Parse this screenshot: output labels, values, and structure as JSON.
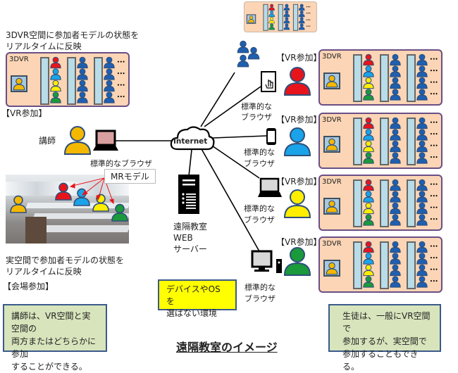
{
  "colors": {
    "panel_bg": "#fbd5b5",
    "panel_border": "#6a4f86",
    "desk": "#b8dce8",
    "student_blue": "#1f5fb0",
    "red": "#e8141c",
    "cyan": "#1aa3e8",
    "yellow": "#ffee00",
    "green": "#1a9a3a",
    "teacher": "#f5b800",
    "note_bg": "#d8e4bc",
    "highlight": "#ffff00"
  },
  "left": {
    "vr_caption_line1": "3DVR空間に参加者モデルの状態を",
    "vr_caption_line2": "リアルタイムに反映",
    "vr_panel_label": "3DVR",
    "vr_join_label": "【VR参加】",
    "teacher_label": "講師",
    "teacher_browser_label": "標準的なブラウザ",
    "mr_model_label": "MRモデル",
    "real_caption_line1": "実空間で参加者モデルの状態を",
    "real_caption_line2": "リアルタイムに反映",
    "venue_join_label": "【会場参加】"
  },
  "center": {
    "internet_label": "Internet",
    "server_label_line1": "遠隔教室",
    "server_label_line2": "WEB",
    "server_label_line3": "サーバー",
    "device_note_line1": "デバイスやOSを",
    "device_note_line2": "選ばない環境"
  },
  "clients": [
    {
      "device": "tablet",
      "join_label": "【VR参加】",
      "browser_line1": "標準的な",
      "browser_line2": "ブラウザ",
      "avatar_color": "red",
      "panel_label": "3DVR"
    },
    {
      "device": "smartphone",
      "join_label": "【VR参加】",
      "browser_line1": "標準的な",
      "browser_line2": "ブラウザ",
      "avatar_color": "cyan",
      "panel_label": "3DVR"
    },
    {
      "device": "laptop",
      "join_label": "【VR参加】",
      "browser_line1": "標準的な",
      "browser_line2": "ブラウザ",
      "avatar_color": "yellow",
      "panel_label": "3DVR"
    },
    {
      "device": "desktop",
      "join_label": "【VR参加】",
      "browser_line1": "標準的な",
      "browser_line2": "ブラウザ",
      "avatar_color": "green",
      "panel_label": "3DVR"
    }
  ],
  "notes": {
    "left_line1": "講師は、VR空間と実空間の",
    "left_line2": "両方またはどちらかに参加",
    "left_line3": "することができる。",
    "right_line1": "生徒は、一般にVR空間で",
    "right_line2": "参加するが、実空間で",
    "right_line3": "参加することもできる。"
  },
  "title": "遠隔教室のイメージ",
  "ellipsis": "…"
}
